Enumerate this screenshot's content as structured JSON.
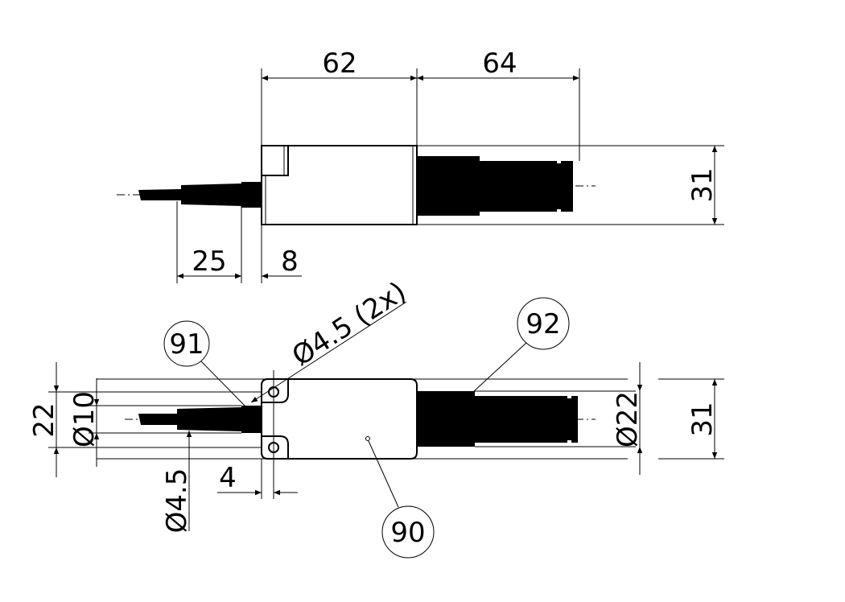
{
  "dimensions": {
    "top_view": {
      "body_length": "62",
      "connector_length": "64",
      "height": "31",
      "cable_sleeve": "25",
      "offset": "8"
    },
    "bottom_view": {
      "mount_spacing": "22",
      "cable_diameter": "Ø10",
      "connector_diameter": "Ø22",
      "height": "31",
      "hole_diameter": "Ø4.5",
      "hole_offset": "4",
      "mount_holes": "Ø4.5 (2x)"
    }
  },
  "balloons": {
    "body": "90",
    "cable": "91",
    "connector": "92"
  }
}
